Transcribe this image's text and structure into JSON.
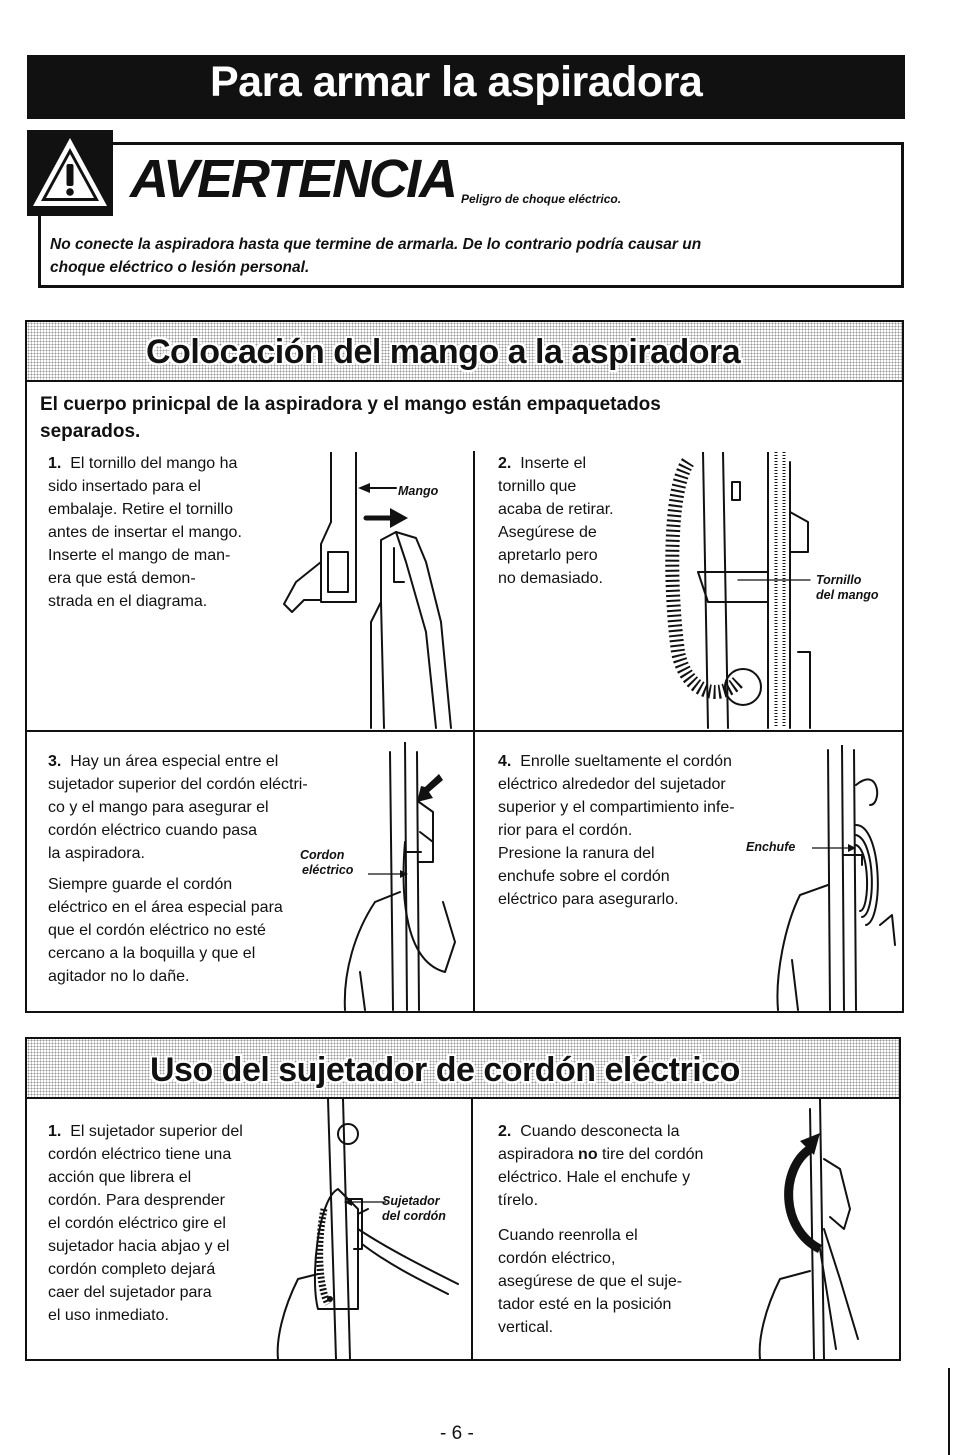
{
  "header": {
    "title": "Para armar la aspiradora"
  },
  "warning": {
    "heading": "AVERTENCIA",
    "subtitle": "Peligro de choque eléctrico.",
    "line1": "No conecte la aspiradora hasta que termine de armarla. De lo contrario podría causar un",
    "line2": "choque eléctrico o lesión personal."
  },
  "section1": {
    "title": "Colocación del mango a la aspiradora",
    "intro_line1": "El cuerpo prinicpal de la aspiradora y el mango están empaquetados",
    "intro_line2": "separados.",
    "steps": [
      {
        "number": "1.",
        "lines": [
          "El tornillo del mango ha",
          "sido insertado para el",
          "embalaje.  Retire el tornillo",
          "antes de insertar el mango.",
          "Inserte el mango de man-",
          "era que está demon-",
          "strada en el diagrama."
        ],
        "callout": "Mango"
      },
      {
        "number": "2.",
        "lines": [
          "Inserte el",
          "tornillo que",
          "acaba de retirar.",
          "Asegúrese de",
          "apretarlo pero",
          "no demasiado."
        ],
        "callout_line1": "Tornillo",
        "callout_line2": "del mango"
      },
      {
        "number": "3.",
        "lines": [
          "Hay un área especial entre el",
          "sujetador superior del cordón eléctri-",
          "co y el mango para asegurar el",
          "cordón eléctrico cuando pasa",
          "la aspiradora."
        ],
        "lines2": [
          "Siempre guarde el cordón",
          "eléctrico en el área especial para",
          "que el cordón eléctrico no esté",
          "cercano a la boquilla y que el",
          "agitador no lo dañe."
        ],
        "callout_line1": "Cordon",
        "callout_line2": "eléctrico"
      },
      {
        "number": "4.",
        "lines": [
          "Enrolle sueltamente el cordón",
          "eléctrico alrededor del sujetador",
          "superior y el compartimiento infe-",
          "rior para el cordón.",
          "Presione la ranura del",
          "enchufe sobre el cordón",
          "eléctrico para asegurarlo."
        ],
        "callout": "Enchufe"
      }
    ]
  },
  "section2": {
    "title": "Uso del sujetador de cordón eléctrico",
    "steps": [
      {
        "number": "1.",
        "lines": [
          "El sujetador superior del",
          "cordón eléctrico tiene una",
          "acción que librera el",
          "cordón.  Para desprender",
          "el cordón eléctrico gire el",
          "sujetador hacia abjao y el",
          "cordón completo dejará",
          "caer del sujetador para",
          "el uso inmediato."
        ],
        "callout_line1": "Sujetador",
        "callout_line2": "del cordón"
      },
      {
        "number": "2.",
        "line1_pre": "Cuando desconecta la",
        "line2_pre": "aspiradora ",
        "line2_bold": "no",
        "line2_post": " tire del cordón",
        "lines": [
          "eléctrico.  Hale el enchufe y",
          "tírelo."
        ],
        "lines2": [
          "Cuando reenrolla el",
          "cordón eléctrico,",
          "asegúrese de que el suje-",
          "tador esté en la posición",
          "vertical."
        ]
      }
    ]
  },
  "footer": {
    "page_number": "- 6 -"
  }
}
